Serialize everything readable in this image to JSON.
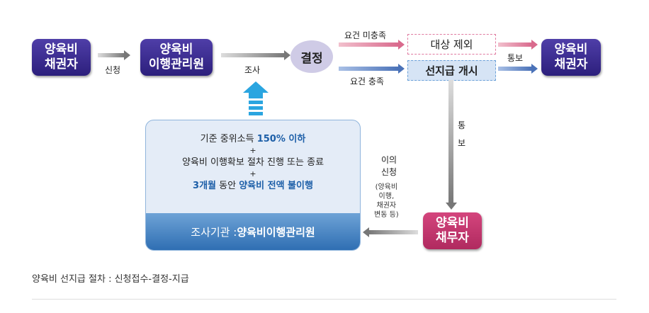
{
  "nodes": {
    "creditor_left": "양육비\n채권자",
    "agency": "양육비\n이행관리원",
    "decision": "결정",
    "excluded": "대상 제외",
    "advance": "선지급 개시",
    "creditor_right": "양육비\n채권자",
    "debtor": "양육비\n채무자"
  },
  "labels": {
    "apply": "신청",
    "investigate": "조사",
    "unmet": "요건 미충족",
    "met": "요건 충족",
    "notify": "통보",
    "notify_v1": "통",
    "notify_v2": "보",
    "objection": "이의\n신청",
    "objection_detail": "(양육비\n이행,\n채권자\n변동 등)"
  },
  "criteria": {
    "line1_a": "기준 중위소득 ",
    "line1_b": "150% 이하",
    "plus1": "+",
    "line2": "양육비 이행확보 절차 진행 또는 종료",
    "plus2": "+",
    "line3_a": "3개월",
    "line3_b": " 동안 ",
    "line3_c": "양육비 전액 불이행",
    "agency_label": "조사기관 : ",
    "agency_name": "양육비이행관리원"
  },
  "caption": "양육비 선지급 절차 : 신청접수-결정-지급"
}
